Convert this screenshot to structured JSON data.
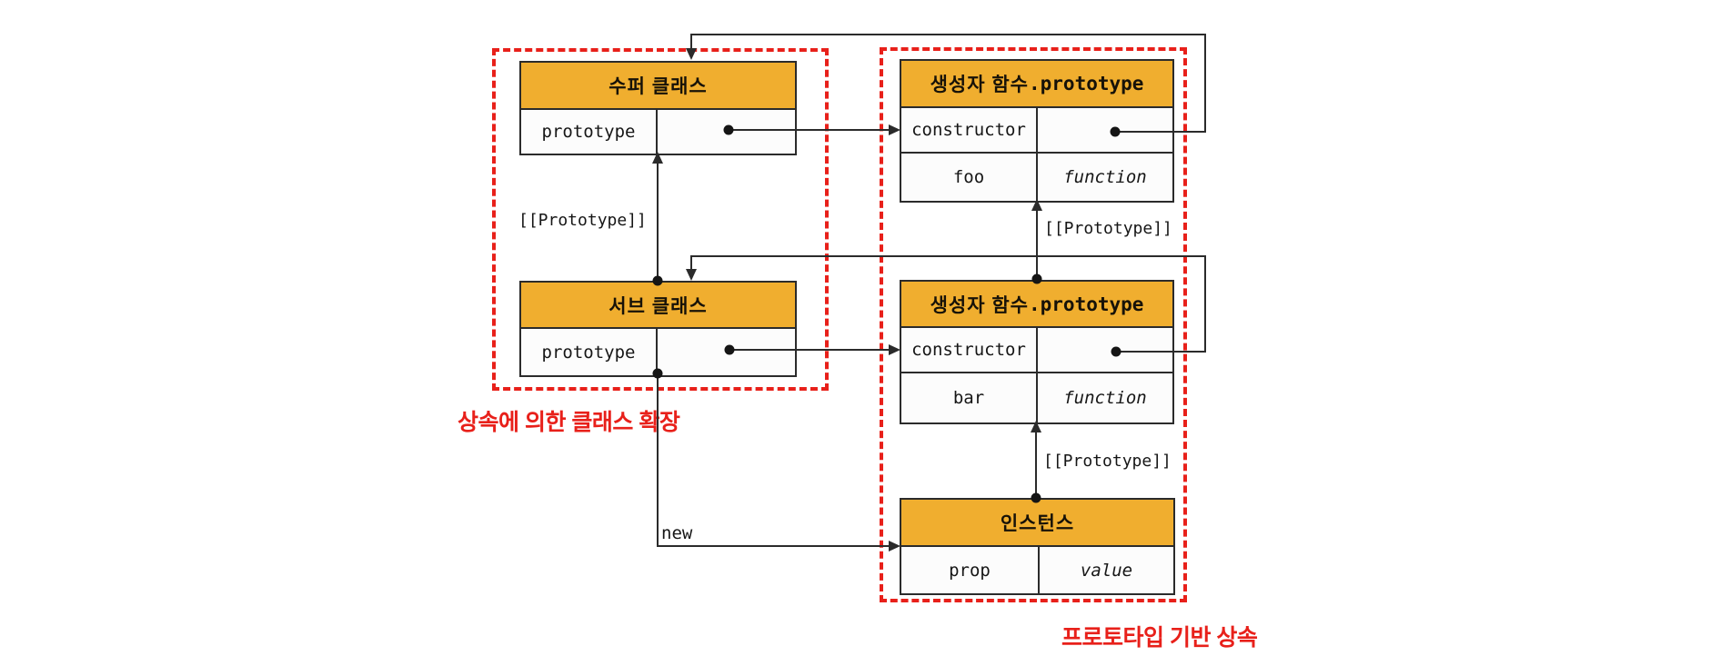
{
  "diagram": {
    "tables": [
      {
        "id": "super-class",
        "title": "수퍼 클래스",
        "rows": [
          {
            "key": "prototype",
            "value": ""
          }
        ]
      },
      {
        "id": "sub-class",
        "title": "서브 클래스",
        "rows": [
          {
            "key": "prototype",
            "value": ""
          }
        ]
      },
      {
        "id": "constructor-prototype-top",
        "title": "생성자 함수",
        "title_suffix": ".prototype",
        "rows": [
          {
            "key": "constructor",
            "value": ""
          },
          {
            "key": "foo",
            "value": "function"
          }
        ]
      },
      {
        "id": "constructor-prototype-mid",
        "title": "생성자 함수",
        "title_suffix": ".prototype",
        "rows": [
          {
            "key": "constructor",
            "value": ""
          },
          {
            "key": "bar",
            "value": "function"
          }
        ]
      },
      {
        "id": "instance",
        "title": "인스턴스",
        "rows": [
          {
            "key": "prop",
            "value": "value"
          }
        ]
      }
    ],
    "labels": {
      "prototype_link": "[[Prototype]]",
      "new_link": "new",
      "left_group": "상속에 의한 클래스 확장",
      "right_group": "프로토타입 기반 상속"
    },
    "colors": {
      "background": "#ffffff",
      "table_header": "#f0ae2f",
      "table_row": "#fcfcfc",
      "line": "#2b2b2b",
      "red_accent": "#e8201a"
    },
    "connections": [
      {
        "from": "constructor-prototype-top.constructor",
        "to": "super-class",
        "label": ""
      },
      {
        "from": "super-class.prototype",
        "to": "constructor-prototype-top",
        "label": ""
      },
      {
        "from": "sub-class",
        "to": "super-class",
        "label": "[[Prototype]]"
      },
      {
        "from": "constructor-prototype-mid.constructor",
        "to": "sub-class",
        "label": ""
      },
      {
        "from": "sub-class.prototype",
        "to": "constructor-prototype-mid",
        "label": ""
      },
      {
        "from": "constructor-prototype-mid",
        "to": "constructor-prototype-top",
        "label": "[[Prototype]]"
      },
      {
        "from": "instance",
        "to": "constructor-prototype-mid",
        "label": "[[Prototype]]"
      },
      {
        "from": "sub-class",
        "to": "instance",
        "label": "new"
      }
    ]
  }
}
